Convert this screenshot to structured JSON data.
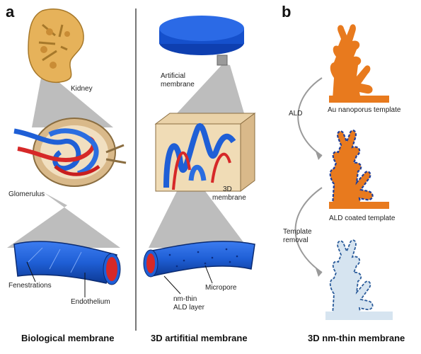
{
  "panel_a": {
    "letter": "a",
    "left_column": {
      "labels": {
        "kidney": "Kidney",
        "glomerulus": "Glomerulus",
        "fenestrations": "Fenestrations",
        "endothelium": "Endothelium"
      },
      "footer": "Biological membrane"
    },
    "right_column": {
      "labels": {
        "artificial_line1": "Artificial",
        "artificial_line2": "membrane",
        "membrane3d_line1": "3D",
        "membrane3d_line2": "membrane",
        "micropore": "Micropore",
        "ald_line1": "nm-thin",
        "ald_line2": "ALD layer"
      },
      "footer": "3D artifitial  membrane"
    }
  },
  "panel_b": {
    "letter": "b",
    "labels": {
      "au_template": "Au nanoporus template",
      "ald_step": "ALD",
      "ald_coated": "ALD coated template",
      "removal_line1": "Template",
      "removal_line2": "removal"
    },
    "footer": "3D nm-thin  membrane"
  },
  "colors": {
    "orange": "#e87a1e",
    "blue": "#1f5fd6",
    "light_blue": "#cfe0ee",
    "red": "#d62828",
    "tan": "#d9b98a"
  }
}
